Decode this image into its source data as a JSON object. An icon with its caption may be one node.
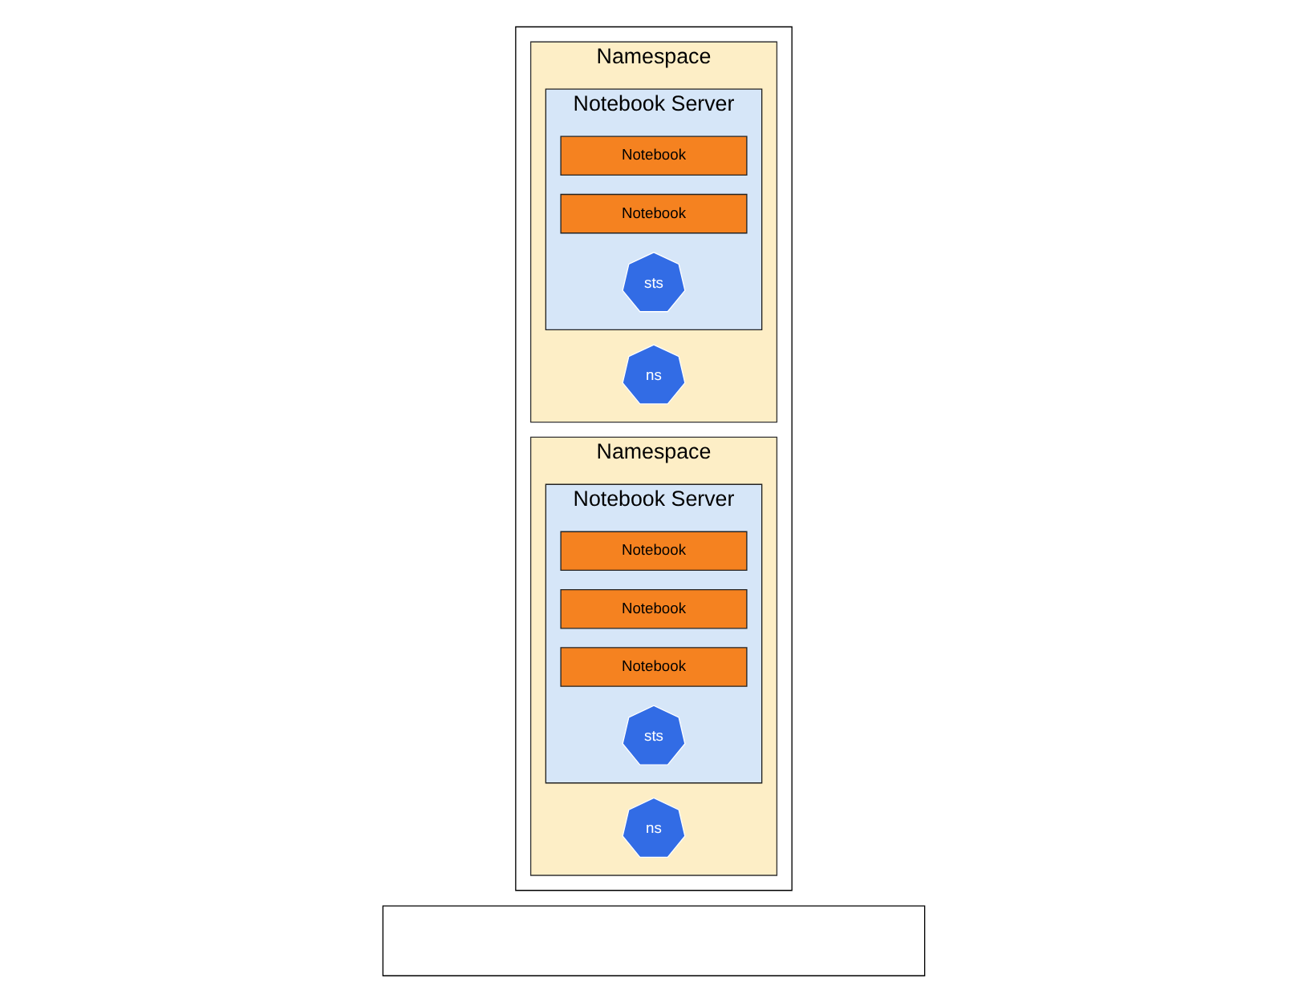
{
  "diagram": {
    "nodes": [
      {
        "text": [],
        "shape": "box"
      },
      {
        "text": [
          "Namespace"
        ],
        "in": 0
      },
      {
        "text": [
          "ns"
        ],
        "in": 1
      },
      {
        "text": [
          "Notebook Server"
        ],
        "in": 1
      },
      {
        "text": [
          "Notebook"
        ],
        "in": 3
      },
      {
        "text": [
          "Notebook"
        ],
        "in": 3
      },
      {
        "text": [
          "sts"
        ],
        "in": 3
      },
      {
        "text": [
          "Namespace"
        ],
        "in": 0
      },
      {
        "text": [
          "ns"
        ],
        "in": 7
      },
      {
        "text": [
          "Notebook Server"
        ],
        "in": 7
      },
      {
        "text": [
          "Notebook"
        ],
        "in": 9
      },
      {
        "text": [
          "Notebook"
        ],
        "in": 9
      },
      {
        "text": [
          "Notebook"
        ],
        "in": 9
      },
      {
        "text": [
          "sts"
        ],
        "in": 9
      },
      {
        "text": [],
        "shape": "box"
      }
    ]
  }
}
